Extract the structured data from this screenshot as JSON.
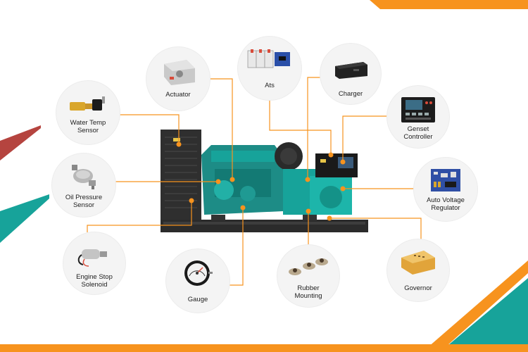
{
  "colors": {
    "accent_orange": "#f7931e",
    "teal": "#17a39a",
    "maroon": "#b5443f",
    "bubble": "#f4f4f4"
  },
  "parts": [
    {
      "key": "water-temp-sensor",
      "line1": "Water Temp",
      "line2": "Sensor",
      "icon": "temperature-sensor-icon"
    },
    {
      "key": "actuator",
      "line1": "Actuator",
      "line2": "",
      "icon": "actuator-box-icon"
    },
    {
      "key": "ats",
      "line1": "Ats",
      "line2": "",
      "icon": "transfer-switch-icon"
    },
    {
      "key": "charger",
      "line1": "Charger",
      "line2": "",
      "icon": "battery-charger-icon"
    },
    {
      "key": "genset-controller",
      "line1": "Genset",
      "line2": "Controller",
      "icon": "control-panel-icon"
    },
    {
      "key": "oil-pressure-sensor",
      "line1": "Oil Pressure",
      "line2": "Sensor",
      "icon": "pressure-sensor-icon"
    },
    {
      "key": "auto-voltage-regulator",
      "line1": "Auto Voltage",
      "line2": "Regulator",
      "icon": "circuit-board-icon"
    },
    {
      "key": "engine-stop-solenoid",
      "line1": "Engine Stop",
      "line2": "Solenoid",
      "icon": "solenoid-icon"
    },
    {
      "key": "gauge",
      "line1": "Gauge",
      "line2": "",
      "icon": "gauge-icon"
    },
    {
      "key": "rubber-mounting",
      "line1": "Rubber",
      "line2": "Mounting",
      "icon": "rubber-mount-icon"
    },
    {
      "key": "governor",
      "line1": "Governor",
      "line2": "",
      "icon": "governor-module-icon"
    }
  ]
}
